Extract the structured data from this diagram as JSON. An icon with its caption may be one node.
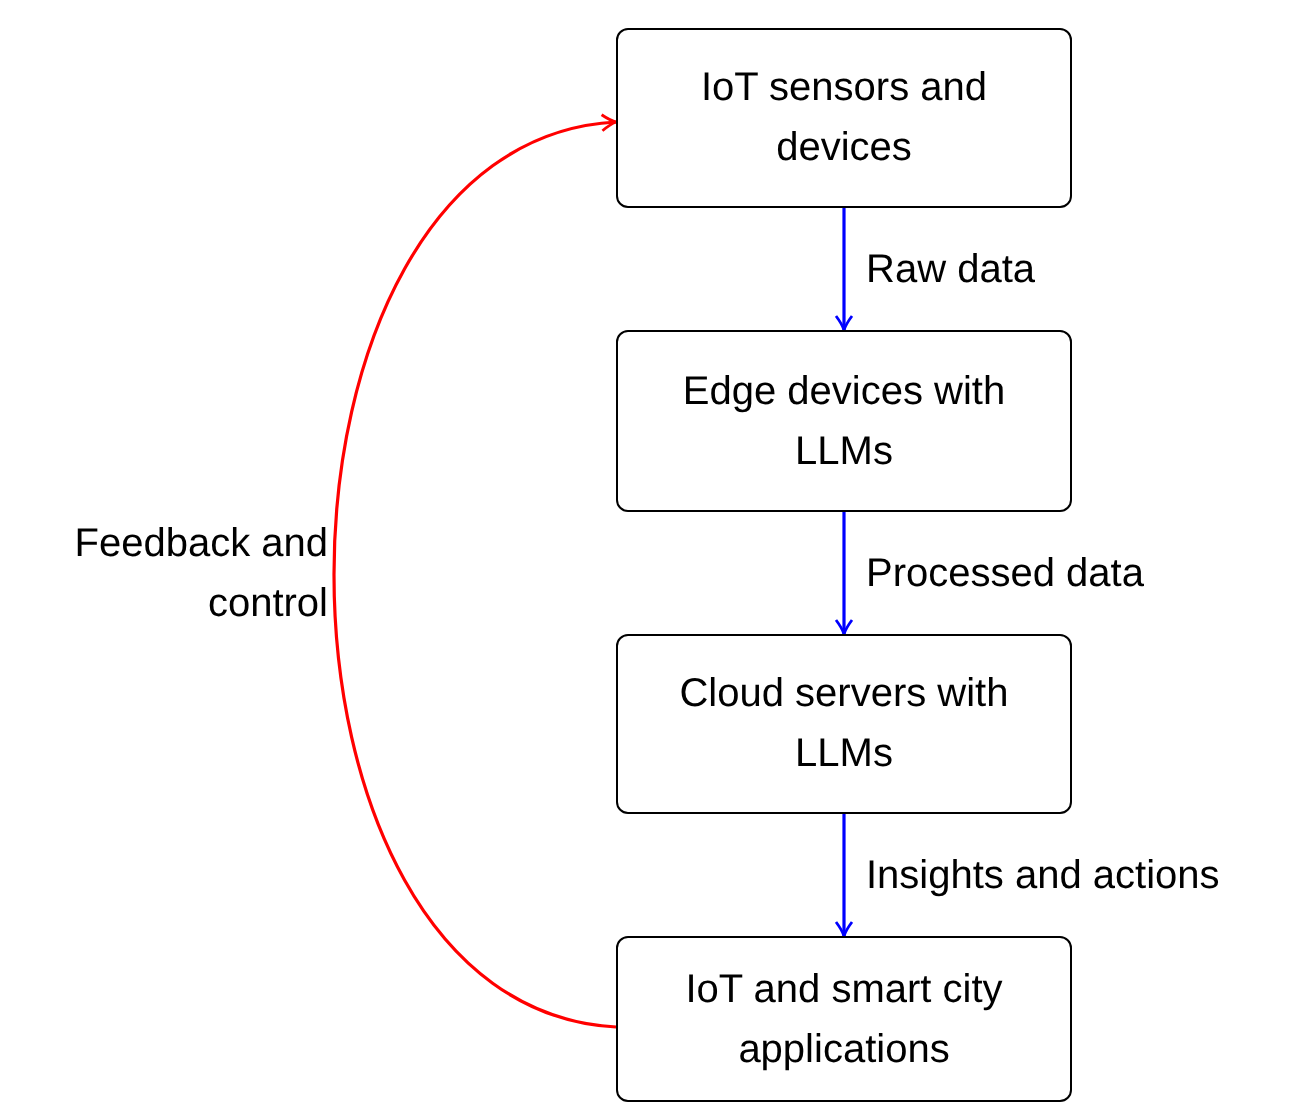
{
  "diagram": {
    "nodes": [
      {
        "text": [
          "IoT sensors and devices"
        ]
      },
      {
        "text": [
          "Edge devices with LLMs"
        ]
      },
      {
        "text": [
          "Cloud servers with LLMs"
        ]
      },
      {
        "text": [
          "IoT and smart city applications"
        ]
      }
    ],
    "edges": [
      {
        "from": 0,
        "to": 1,
        "arrow": "to",
        "label": "Raw data"
      },
      {
        "from": 1,
        "to": 2,
        "arrow": "to",
        "label": "Processed data"
      },
      {
        "from": 2,
        "to": 3,
        "arrow": "to",
        "label": "Insights and actions"
      },
      {
        "from": 3,
        "to": 0,
        "arrow": "to",
        "label": "Feedback and control",
        "color": "#ff0000"
      }
    ]
  }
}
